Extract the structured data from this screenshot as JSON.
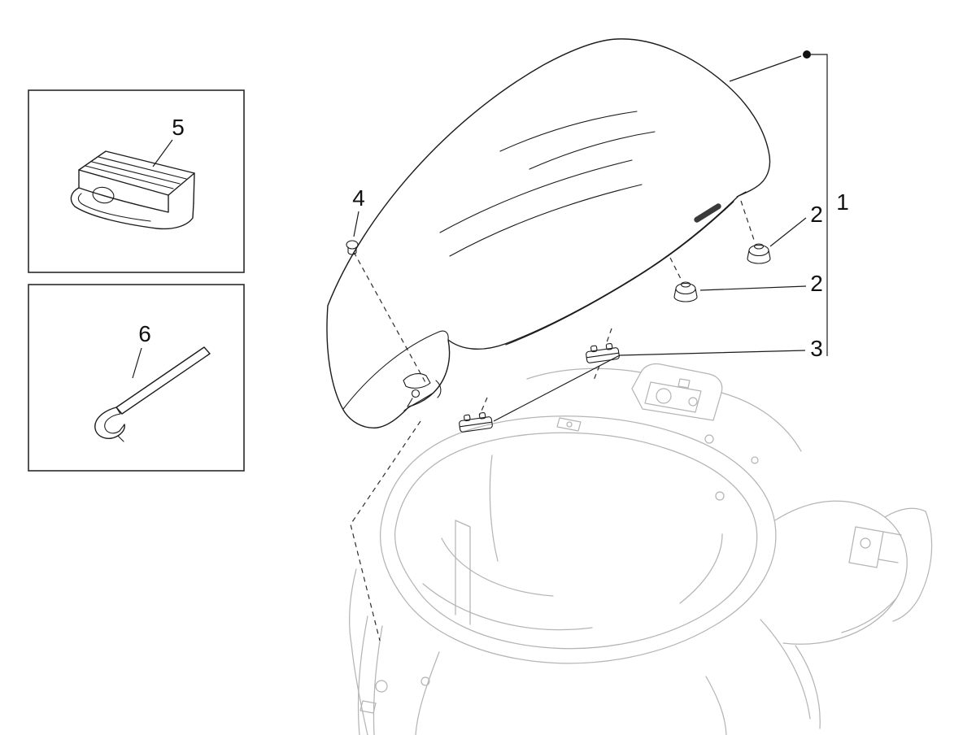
{
  "diagram": {
    "type": "exploded-parts-diagram",
    "subject": "scooter saddle and seat assembly over body",
    "background": "#ffffff",
    "ink_color": "#1c1c1c",
    "ghost_color": "#b5b5b5",
    "callouts": {
      "c1": "1",
      "c2a": "2",
      "c2b": "2",
      "c3": "3",
      "c4": "4",
      "c5": "5",
      "c6": "6"
    }
  }
}
